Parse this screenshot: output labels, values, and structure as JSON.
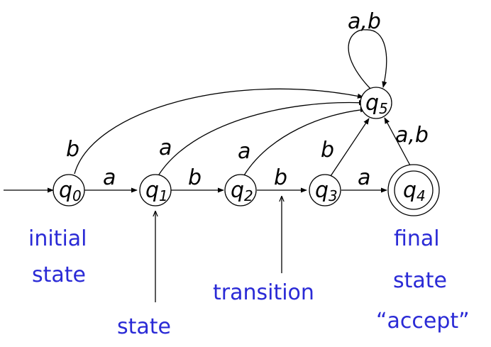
{
  "states": [
    {
      "id": "q0",
      "name": "q",
      "sub": "0"
    },
    {
      "id": "q1",
      "name": "q",
      "sub": "1"
    },
    {
      "id": "q2",
      "name": "q",
      "sub": "2"
    },
    {
      "id": "q3",
      "name": "q",
      "sub": "3"
    },
    {
      "id": "q4",
      "name": "q",
      "sub": "4",
      "accepting": true
    },
    {
      "id": "q5",
      "name": "q",
      "sub": "5"
    }
  ],
  "transitions": [
    {
      "from": "q0",
      "to": "q1",
      "label": "a"
    },
    {
      "from": "q1",
      "to": "q2",
      "label": "b"
    },
    {
      "from": "q2",
      "to": "q3",
      "label": "b"
    },
    {
      "from": "q3",
      "to": "q4",
      "label": "a"
    },
    {
      "from": "q0",
      "to": "q5",
      "label": "b"
    },
    {
      "from": "q1",
      "to": "q5",
      "label": "a"
    },
    {
      "from": "q2",
      "to": "q5",
      "label": "a"
    },
    {
      "from": "q3",
      "to": "q5",
      "label": "b"
    },
    {
      "from": "q4",
      "to": "q5",
      "label": "a,b"
    },
    {
      "from": "q5",
      "to": "q5",
      "label": "a,b"
    }
  ],
  "annotations": {
    "initial_line1": "initial",
    "initial_line2": "state",
    "state": "state",
    "transition": "transition",
    "final_line1": "final",
    "final_line2": "state",
    "final_line3": "“accept”"
  },
  "colors": {
    "annotation": "#2a2ad6",
    "diagram": "#000000"
  }
}
